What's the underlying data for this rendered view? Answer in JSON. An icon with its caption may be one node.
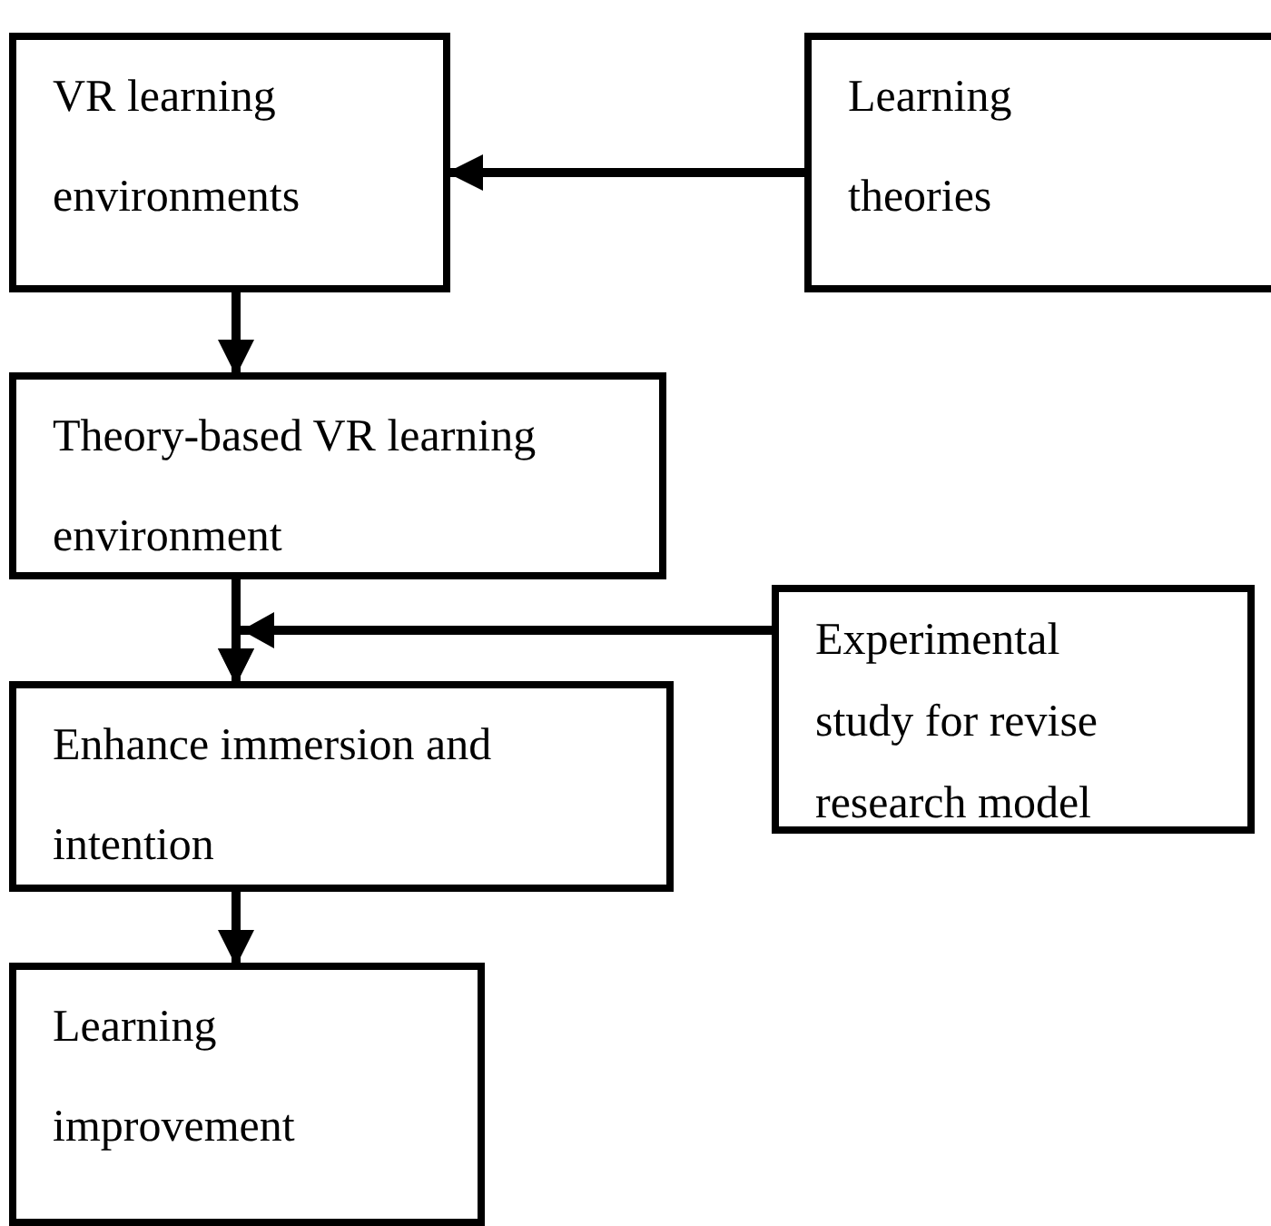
{
  "diagram": {
    "nodes": [
      {
        "text": [
          "VR learning environments"
        ]
      },
      {
        "text": [
          "Learning theories"
        ]
      },
      {
        "text": [
          "Theory-based VR learning environment"
        ]
      },
      {
        "text": [
          "Enhance immersion and intention"
        ]
      },
      {
        "text": [
          "Experimental study for revise research model"
        ]
      },
      {
        "text": [
          "Learning improvement"
        ]
      }
    ],
    "edges": [
      {
        "from": 1,
        "to": 0,
        "arrow": "to"
      },
      {
        "from": 0,
        "to": 2,
        "arrow": "to"
      },
      {
        "from": 2,
        "to": 3,
        "arrow": "to"
      },
      {
        "from": 4,
        "to": 3,
        "arrow": "to"
      },
      {
        "from": 3,
        "to": 5,
        "arrow": "to"
      }
    ]
  }
}
